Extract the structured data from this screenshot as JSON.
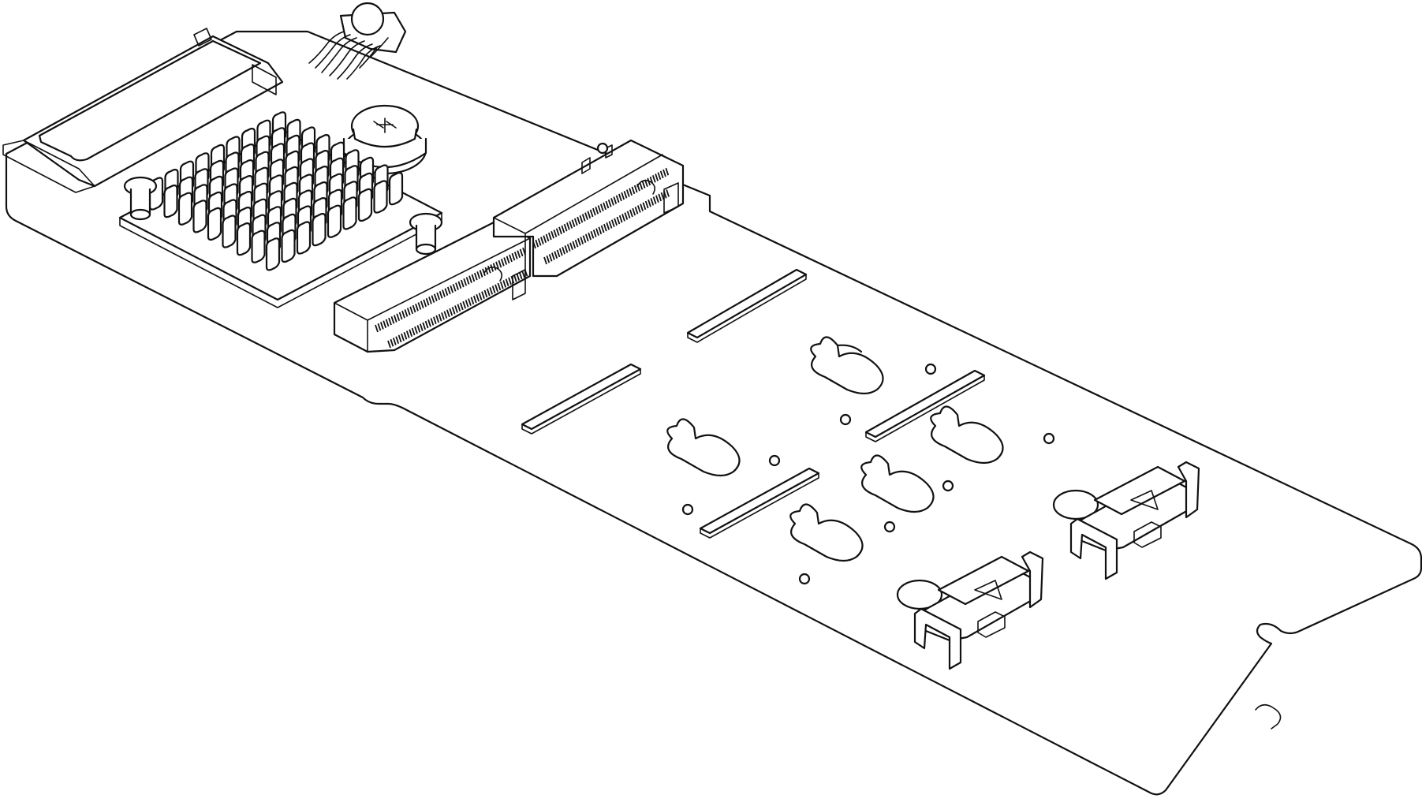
{
  "figure": {
    "line_color": "#111111",
    "background_color": "#ffffff",
    "text_labels": []
  },
  "components": [
    {
      "id": "riser-board",
      "icon": "pcb-board-outline"
    },
    {
      "id": "top-cage-connector",
      "icon": "connector-housing"
    },
    {
      "id": "power-connector",
      "icon": "pin-header"
    },
    {
      "id": "heatsink",
      "icon": "pin-fin-heatsink"
    },
    {
      "id": "captive-screw",
      "icon": "phillips-screw"
    },
    {
      "id": "m2-slot-1",
      "icon": "edge-connector"
    },
    {
      "id": "m2-slot-2",
      "icon": "edge-connector"
    },
    {
      "id": "standoff-retainer-1",
      "icon": "retainer-clip"
    },
    {
      "id": "standoff-retainer-2",
      "icon": "retainer-clip"
    }
  ]
}
